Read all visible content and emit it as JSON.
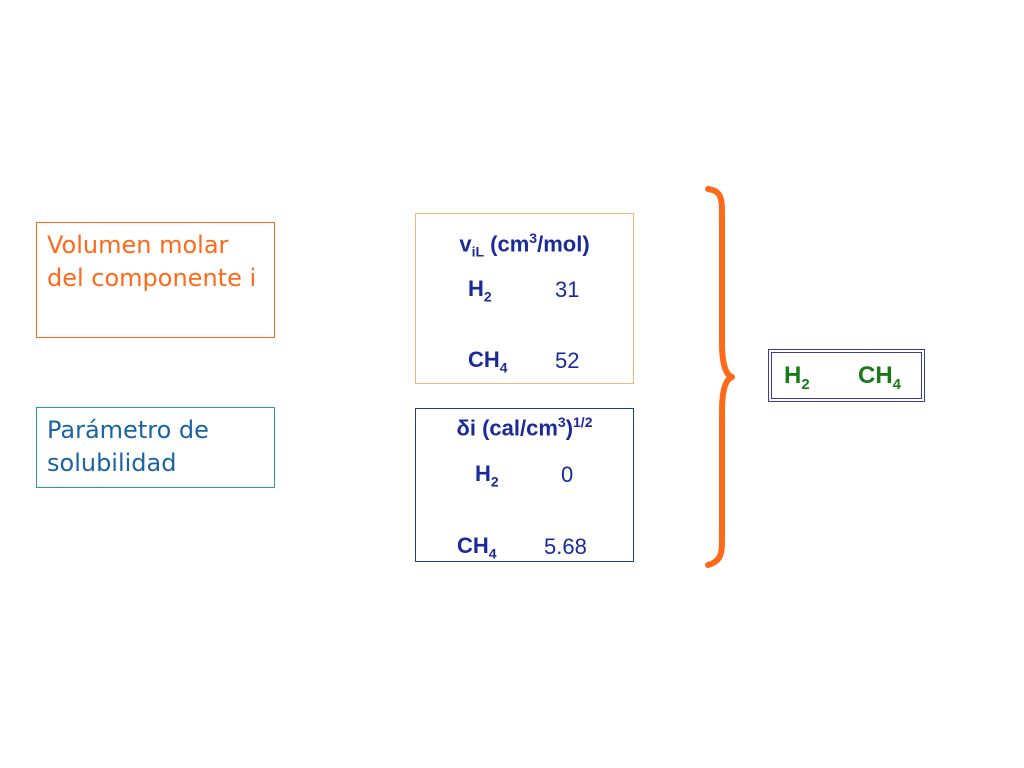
{
  "labels": {
    "volumen": "Volumen molar del componente i",
    "parametro": "Parámetro de solubilidad"
  },
  "molar_volume": {
    "header": {
      "symbol": "v",
      "subscript": "iL",
      "units_pre": " (cm",
      "units_sup": "3",
      "units_post": "/mol)"
    },
    "rows": [
      {
        "species": "H",
        "sub": "2",
        "value": "31"
      },
      {
        "species": "CH",
        "sub": "4",
        "value": "52"
      }
    ]
  },
  "solubility": {
    "header": {
      "symbol": "δ",
      "text": "i (cal/cm",
      "sup1": "3",
      "close": ")",
      "sup2": "1/2"
    },
    "rows": [
      {
        "species": "H",
        "sub": "2",
        "value": "0"
      },
      {
        "species": "CH",
        "sub": "4",
        "value": "5.68"
      }
    ]
  },
  "result": {
    "items": [
      {
        "species": "H",
        "sub": "2"
      },
      {
        "species": "CH",
        "sub": "4"
      }
    ]
  },
  "colors": {
    "orange": "#ff6a1a",
    "navy": "#1a2a9a",
    "green": "#1a7a1a",
    "teal": "#2a9d8f"
  }
}
